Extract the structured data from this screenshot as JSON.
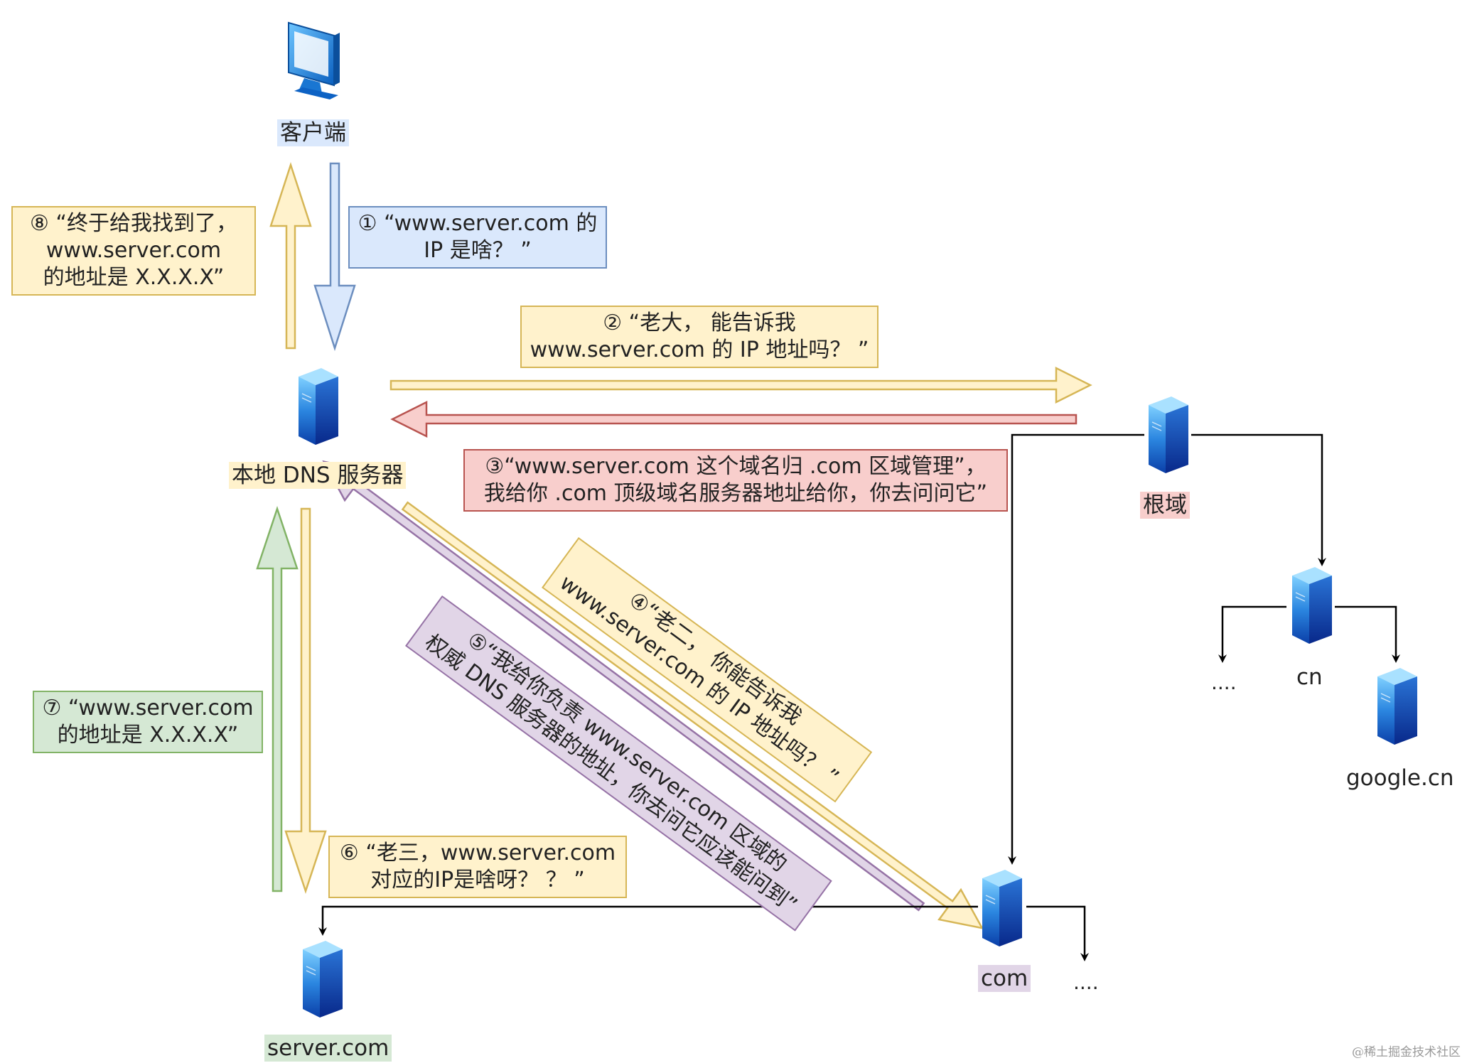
{
  "nodes": {
    "client": "客户端",
    "local_dns": "本地 DNS 服务器",
    "root": "根域",
    "cn": "cn",
    "google_cn": "google.cn",
    "com": "com",
    "server_com": "server.com",
    "dots_cn": "....",
    "dots_com": "...."
  },
  "messages": {
    "m1": [
      "① “www.server.com 的",
      "IP 是啥？ ”"
    ],
    "m2": [
      "② “老大， 能告诉我",
      "www.server.com 的 IP 地址吗？ ”"
    ],
    "m3": [
      "③“www.server.com 这个域名归 .com 区域管理”，",
      "我给你 .com 顶级域名服务器地址给你，你去问问它”"
    ],
    "m4": [
      "④“老二， 你能告诉我",
      "www.server.com 的 IP 地址吗？ ”"
    ],
    "m5": [
      "⑤“我给你负责 www.server.com 区域的",
      "权威 DNS 服务器的地址，你去问它应该能问到”"
    ],
    "m6": [
      "⑥ “老三，www.server.com",
      "对应的IP是啥呀？ ？ ”"
    ],
    "m7": [
      "⑦ “www.server.com",
      "的地址是 X.X.X.X”"
    ],
    "m8": [
      "⑧ “终于给我找到了，",
      "www.server.com",
      "的地址是 X.X.X.X”"
    ]
  },
  "watermark": "@稀土掘金技术社区",
  "colors": {
    "yellow_fill": "#fff2cc",
    "yellow_stroke": "#d6b656",
    "blue_fill": "#dae8fc",
    "blue_stroke": "#6c8ebf",
    "red_fill": "#f8cecc",
    "red_stroke": "#b85450",
    "green_fill": "#d5e8d4",
    "green_stroke": "#82b366",
    "purple_fill": "#e1d5e7",
    "purple_stroke": "#9673a6"
  }
}
